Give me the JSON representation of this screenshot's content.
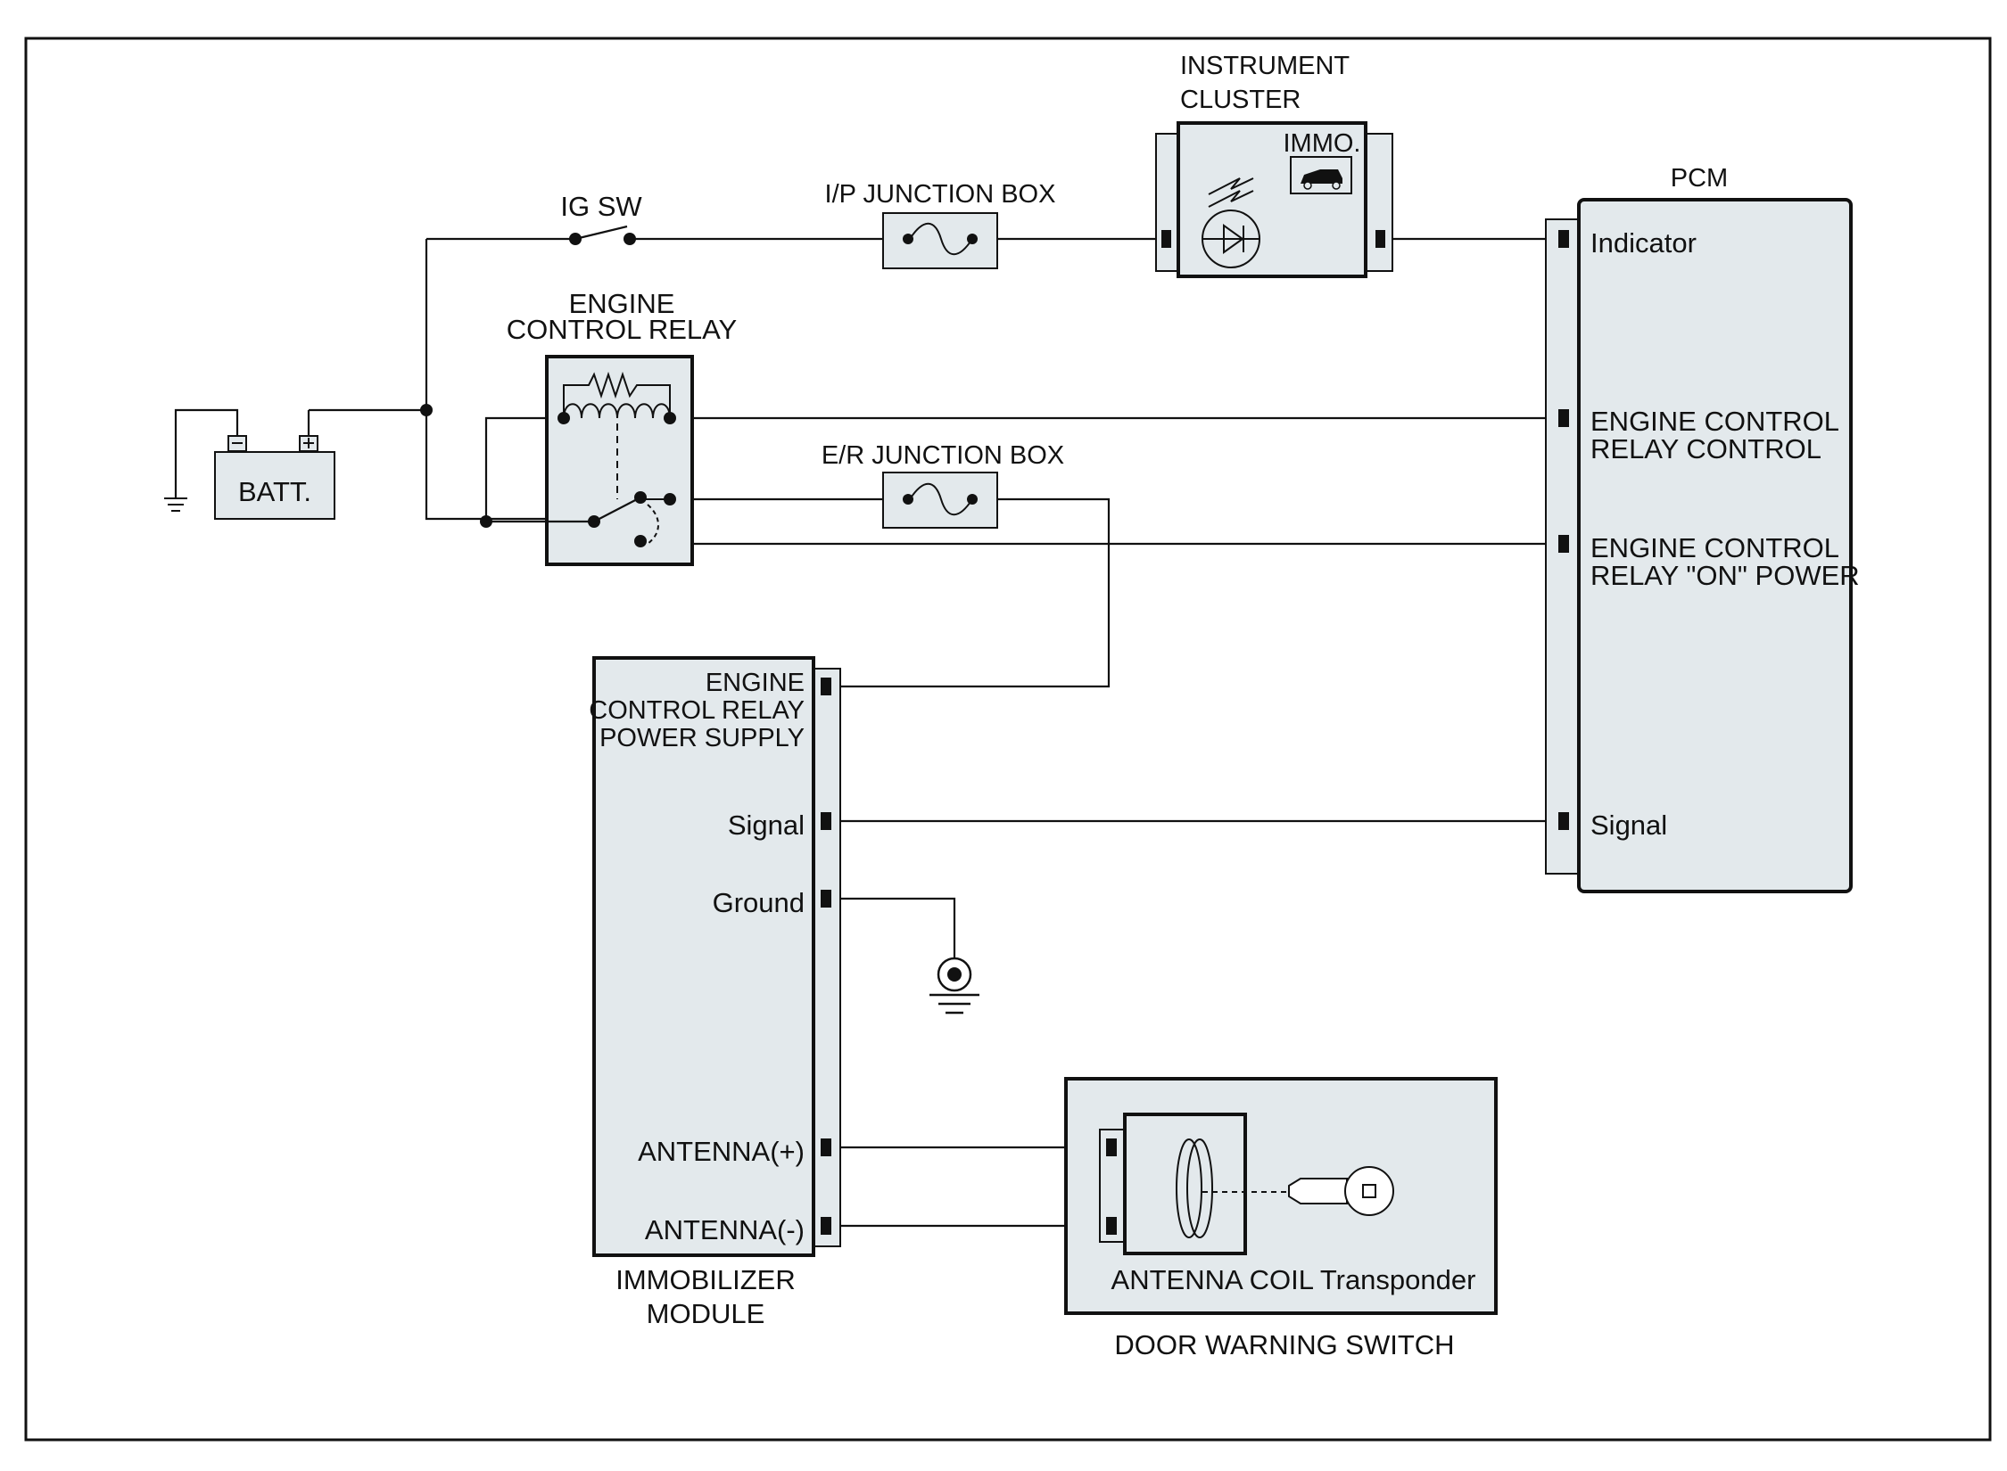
{
  "labels": {
    "ig_sw": "IG SW",
    "ip_junction_box": "I/P JUNCTION BOX",
    "instrument_cluster_1": "INSTRUMENT",
    "instrument_cluster_2": "CLUSTER",
    "immo": "IMMO.",
    "pcm": "PCM",
    "engine_control_relay_1": "ENGINE",
    "engine_control_relay_2": "CONTROL RELAY",
    "batt": "BATT.",
    "er_junction_box": "E/R JUNCTION BOX",
    "immobilizer_module_1": "IMMOBILIZER",
    "immobilizer_module_2": "MODULE",
    "door_warning_switch": "DOOR WARNING SWITCH",
    "antenna_coil_transponder": "ANTENNA COIL Transponder"
  },
  "pcm_terminals": {
    "indicator": "Indicator",
    "relay_control_1": "ENGINE CONTROL",
    "relay_control_2": "RELAY CONTROL",
    "relay_on_power_1": "ENGINE CONTROL",
    "relay_on_power_2": "RELAY \"ON\" POWER",
    "signal": "Signal"
  },
  "immobilizer_terminals": {
    "relay_power_1": "ENGINE",
    "relay_power_2": "CONTROL RELAY",
    "relay_power_3": "POWER SUPPLY",
    "signal": "Signal",
    "ground": "Ground",
    "antenna_plus": "ANTENNA(+)",
    "antenna_minus": "ANTENNA(-)"
  },
  "colors": {
    "component_fill": "#e3e9ec",
    "line": "#111111"
  }
}
